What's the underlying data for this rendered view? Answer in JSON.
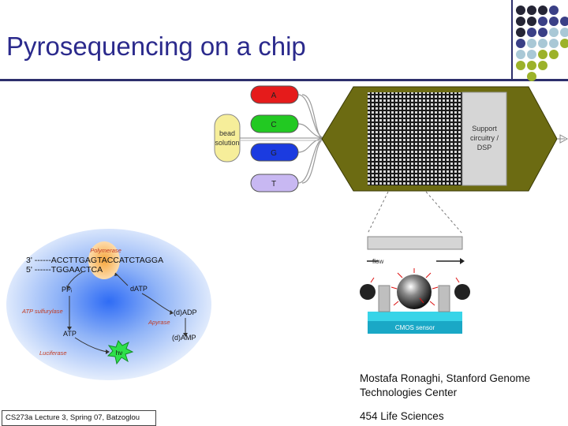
{
  "slide": {
    "title": "Pyrosequencing on a chip",
    "credit_line1": "Mostafa Ronaghi, Stanford Genome",
    "credit_line2": "Technologies Center",
    "company": "454 Life Sciences",
    "footer": "CS273a Lecture 3, Spring 07, Batzoglou"
  },
  "chip_diagram": {
    "reagents": [
      "A",
      "C",
      "G",
      "T"
    ],
    "bead_label_1": "bead",
    "bead_label_2": "solution",
    "support_1": "Support",
    "support_2": "circuitry /",
    "support_3": "DSP",
    "flow_label": "flow",
    "sensor_label": "CMOS sensor"
  },
  "chemistry": {
    "polymerase": "Polymerase",
    "strand1": "3' ------ACCTTGAGTACCATCTAGGA",
    "strand2": "5' ------TGGAACTCA",
    "ppi": "PPᵢ",
    "datp": "dATP",
    "atp_sulfurylase": "ATP sulfurylase",
    "apyrase": "Apyrase",
    "dadp": "(d)ADP",
    "atp": "ATP",
    "damp": "(d)AMP",
    "luciferase": "Luciferase",
    "light": "hν"
  },
  "colors": {
    "title": "#2b2a8c",
    "rule": "#2d2f6c",
    "dot_dark": "#252535",
    "dot_navy": "#3a3f86",
    "dot_lightblue": "#a9c8d6",
    "dot_olive": "#9cb22a",
    "chip_body": "#6c6b12"
  }
}
